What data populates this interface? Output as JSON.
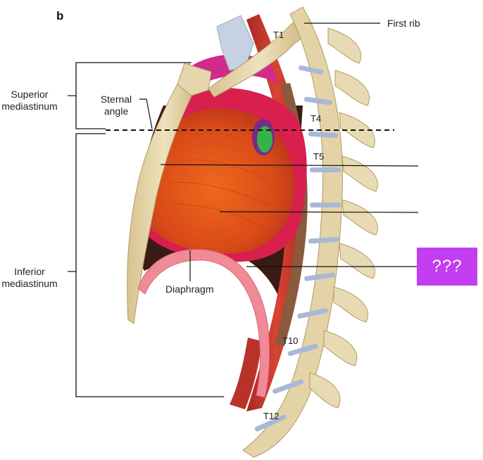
{
  "figure": {
    "panel_letter": "b",
    "labels": {
      "first_rib": "First rib",
      "superior_line1": "Superior",
      "superior_line2": "mediastinum",
      "sternal_line1": "Sternal",
      "sternal_line2": "angle",
      "inferior_line1": "Inferior",
      "inferior_line2": "mediastinum",
      "diaphragm": "Diaphragm"
    },
    "vertebrae": {
      "t1": "T1",
      "t4": "T4",
      "t5": "T5",
      "t10": "T10",
      "t12": "T12"
    },
    "quiz_box": {
      "text": "???",
      "color": "#c23ef0"
    },
    "colors": {
      "heart": "#e0531a",
      "pericardium": "#d81f4e",
      "bone": "#e3d3a6",
      "aorta": "#c83a2e",
      "esophagus": "#8a5a3c",
      "diaphragm": "#f08a96",
      "trachea_airway": "#34b34a",
      "intervertebral_disc": "#a9b8d8"
    }
  }
}
